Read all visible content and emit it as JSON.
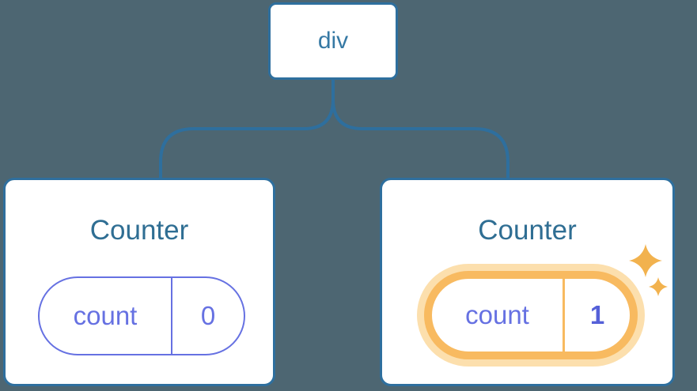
{
  "diagram": {
    "description": "React component tree showing a div parent with two Counter children; the second Counter's state is highlighted as updated",
    "root": {
      "label": "div"
    },
    "counters": [
      {
        "title": "Counter",
        "state_key": "count",
        "state_value": "0",
        "highlighted": false
      },
      {
        "title": "Counter",
        "state_key": "count",
        "state_value": "1",
        "highlighted": true
      }
    ]
  },
  "icons": {
    "sparkles": "sparkle-icon"
  },
  "colors": {
    "background": "#4d6672",
    "card_background": "#ffffff",
    "connector_blue": "#2e6f9e",
    "root_label_blue": "#3679a4",
    "title_blue": "#2f6e93",
    "state_purple": "#6671e2",
    "state_value_bold_purple": "#5560d8",
    "highlight_orange": "#f8ba60",
    "highlight_halo": "#fcdfad",
    "sparkle_orange": "#f2b24e"
  }
}
